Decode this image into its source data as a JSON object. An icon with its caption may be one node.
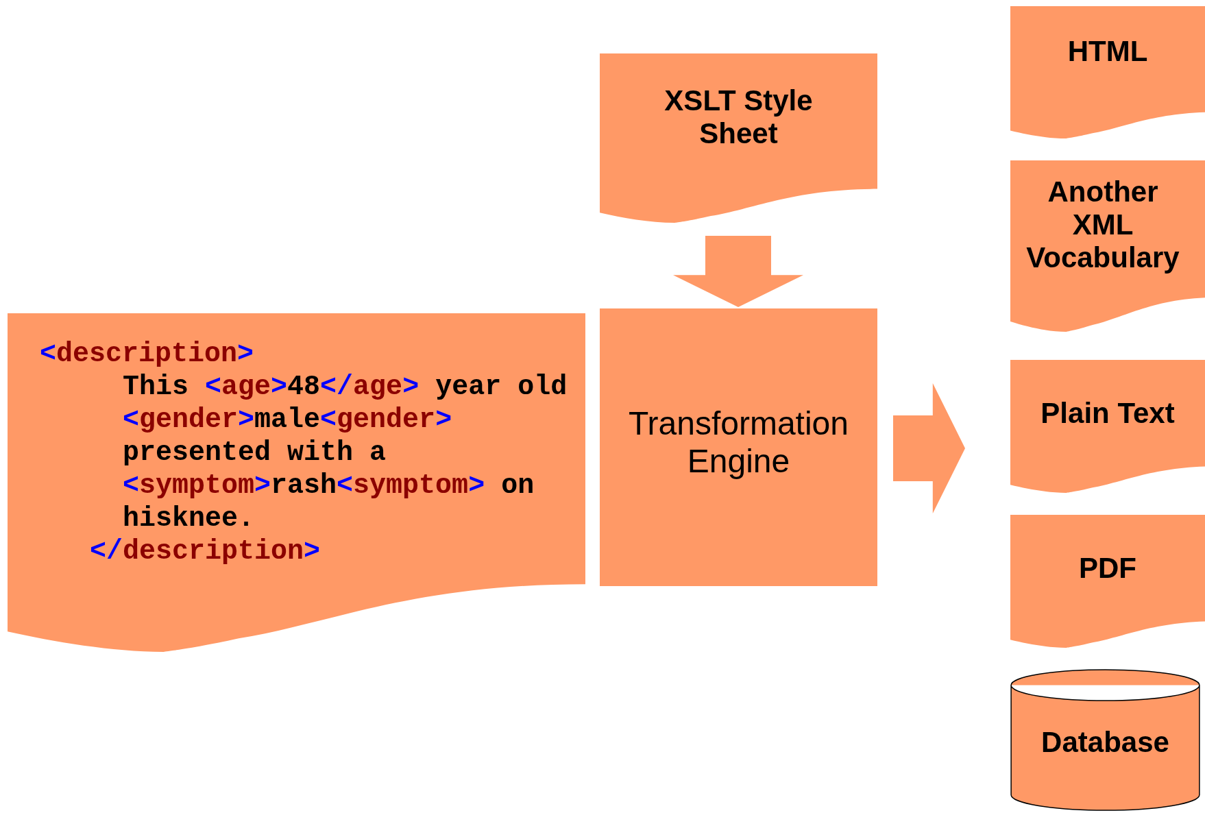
{
  "diagram": {
    "nodes": [
      {
        "text": [
          "XSLT Style Sheet"
        ]
      },
      {
        "text": [
          "<description>",
          "This <age>48</age> year old",
          "<gender>male<gender>",
          "presented with a",
          "<symptom>rash<symptom> on",
          "hisknee.",
          "</description>"
        ]
      },
      {
        "text": [
          "Transformation Engine"
        ]
      },
      {
        "text": [
          "HTML"
        ]
      },
      {
        "text": [
          "Another XML Vocabulary"
        ]
      },
      {
        "text": [
          "Plain Text"
        ]
      },
      {
        "text": [
          "PDF"
        ]
      },
      {
        "text": [
          "Database"
        ]
      }
    ],
    "edges": [
      {
        "from": 0,
        "to": 2,
        "arrow": "to"
      },
      {
        "from": 2,
        "to": null,
        "arrow": "to"
      }
    ]
  }
}
